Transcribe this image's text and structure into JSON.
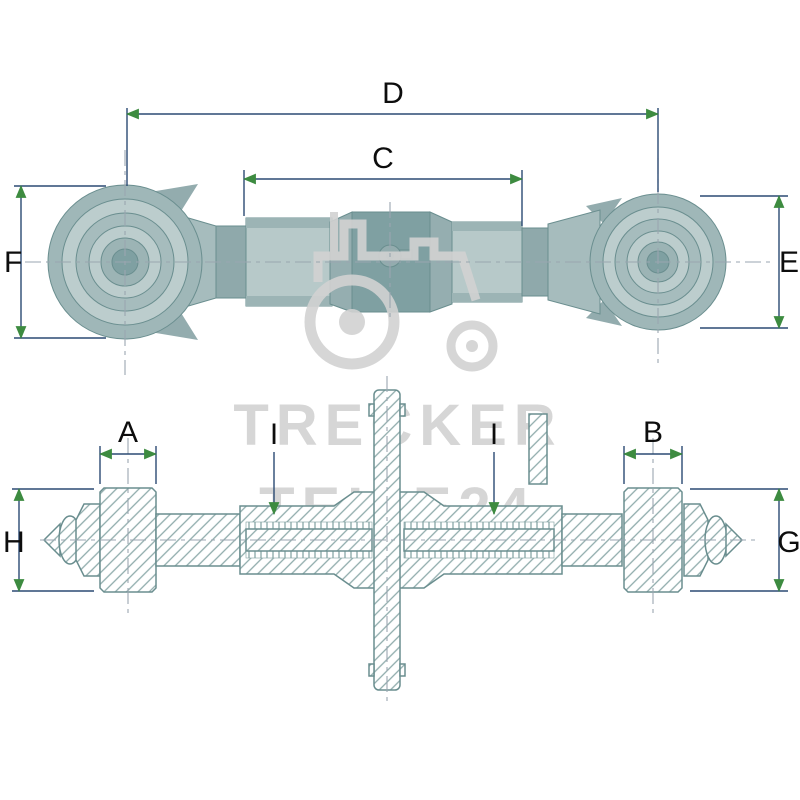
{
  "drawing": {
    "labels": {
      "D": "D",
      "C": "C",
      "F": "F",
      "E": "E",
      "A": "A",
      "B": "B",
      "I_left": "I",
      "I_right": "I",
      "H": "H",
      "G": "G"
    },
    "watermark": {
      "line1": "TRECKER",
      "line2": "TEILE24"
    },
    "colors": {
      "background": "#ffffff",
      "part_light": "#bccdcd",
      "part_mid": "#a6bcbd",
      "part_dark": "#9cb4b5",
      "part_darker": "#7fa0a2",
      "outline": "#6a8e8f",
      "dimension_line": "#2b4a73",
      "arrow_green": "#3d8b40",
      "centerline_gray": "#9aa6b0",
      "hatch_teal": "#8fabab",
      "watermark_gray": "#d2d2d2"
    }
  }
}
